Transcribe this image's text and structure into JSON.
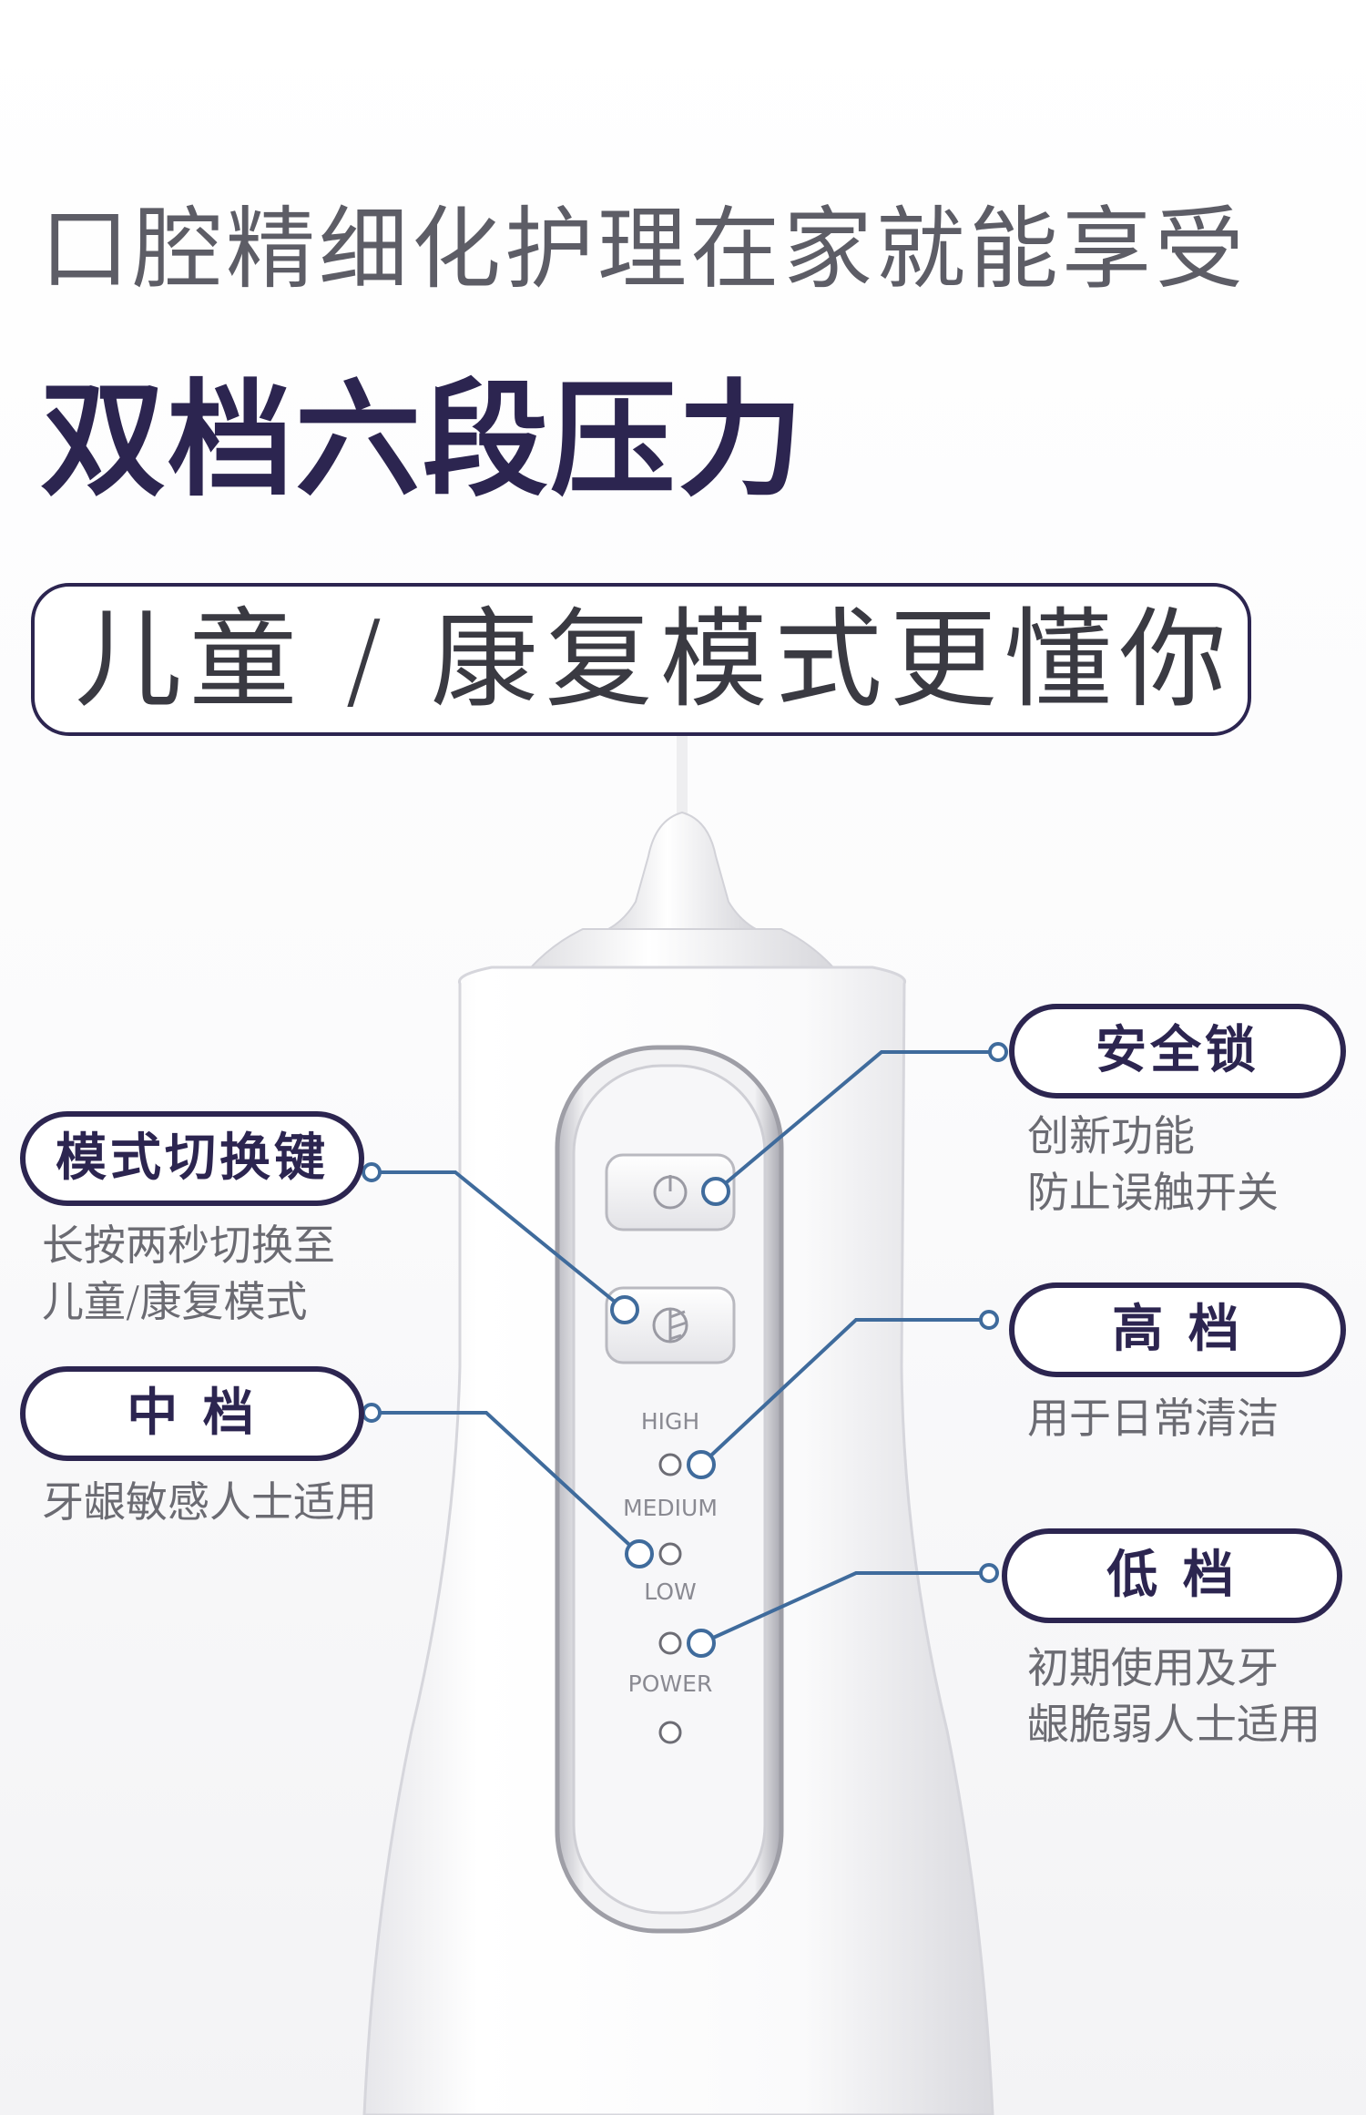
{
  "header": {
    "title": "口腔精细化护理在家就能享受",
    "subtitle": "双档六段压力",
    "mode_text": "儿童 / 康复模式更懂你"
  },
  "device": {
    "indicators": {
      "high": "HIGH",
      "medium": "MEDIUM",
      "low": "LOW",
      "power": "POWER"
    }
  },
  "callouts": {
    "mode_switch": {
      "label": "模式切换键",
      "desc_line1": "长按两秒切换至",
      "desc_line2": "儿童/康复模式"
    },
    "medium": {
      "label": "中 档",
      "desc_line1": "牙龈敏感人士适用"
    },
    "safety_lock": {
      "label": "安全锁",
      "desc_line1": "创新功能",
      "desc_line2": "防止误触开关"
    },
    "high": {
      "label": "高 档",
      "desc_line1": "用于日常清洁"
    },
    "low": {
      "label": "低 档",
      "desc_line1": "初期使用及牙",
      "desc_line2": "龈脆弱人士适用"
    }
  },
  "colors": {
    "accent_navy": "#2c2550",
    "leader_blue": "#3f6b9c",
    "text_gray": "#6b6b72"
  }
}
